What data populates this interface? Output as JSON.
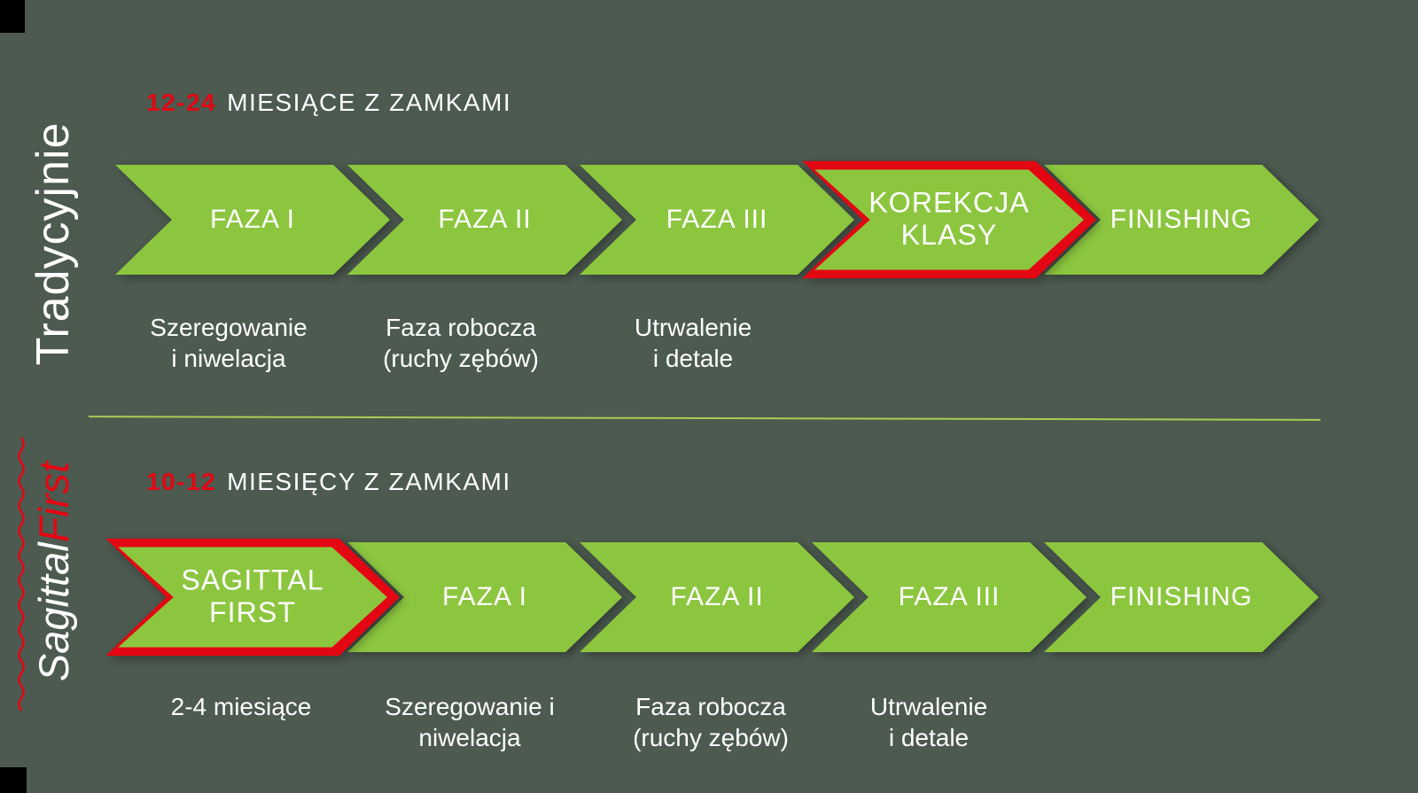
{
  "palette": {
    "bg": "#4c5a50",
    "green": "#8cc63f",
    "red": "#e30613",
    "text": "#ffffff",
    "divider": "#a9ce55"
  },
  "sections": [
    {
      "name": "traditional",
      "side_label": {
        "text": "Tradycyjnie"
      },
      "header": {
        "duration": "12-24",
        "text": "MIESIĄCE Z ZAMKAMI"
      },
      "arrows": [
        {
          "label": "FAZA I",
          "highlighted": false
        },
        {
          "label": "FAZA II",
          "highlighted": false
        },
        {
          "label": "FAZA III",
          "highlighted": false
        },
        {
          "label": "KOREKCJA\nKLASY",
          "highlighted": true
        },
        {
          "label": "FINISHING",
          "highlighted": false
        }
      ],
      "notes": [
        "Szeregowanie\ni niwelacja",
        "Faza robocza\n(ruchy zębów)",
        "Utrwalenie\ni detale"
      ]
    },
    {
      "name": "sagittal-first",
      "side_label": {
        "white": "Sagittal",
        "red": "First"
      },
      "header": {
        "duration": "10-12",
        "text": "MIESIĘCY Z ZAMKAMI"
      },
      "arrows": [
        {
          "label": "SAGITTAL\nFIRST",
          "highlighted": true
        },
        {
          "label": "FAZA I",
          "highlighted": false
        },
        {
          "label": "FAZA II",
          "highlighted": false
        },
        {
          "label": "FAZA III",
          "highlighted": false
        },
        {
          "label": "FINISHING",
          "highlighted": false
        }
      ],
      "notes": [
        "2-4 miesiące",
        "Szeregowanie i\nniwelacja",
        "Faza robocza\n(ruchy zębów)",
        "Utrwalenie\ni detale"
      ]
    }
  ]
}
